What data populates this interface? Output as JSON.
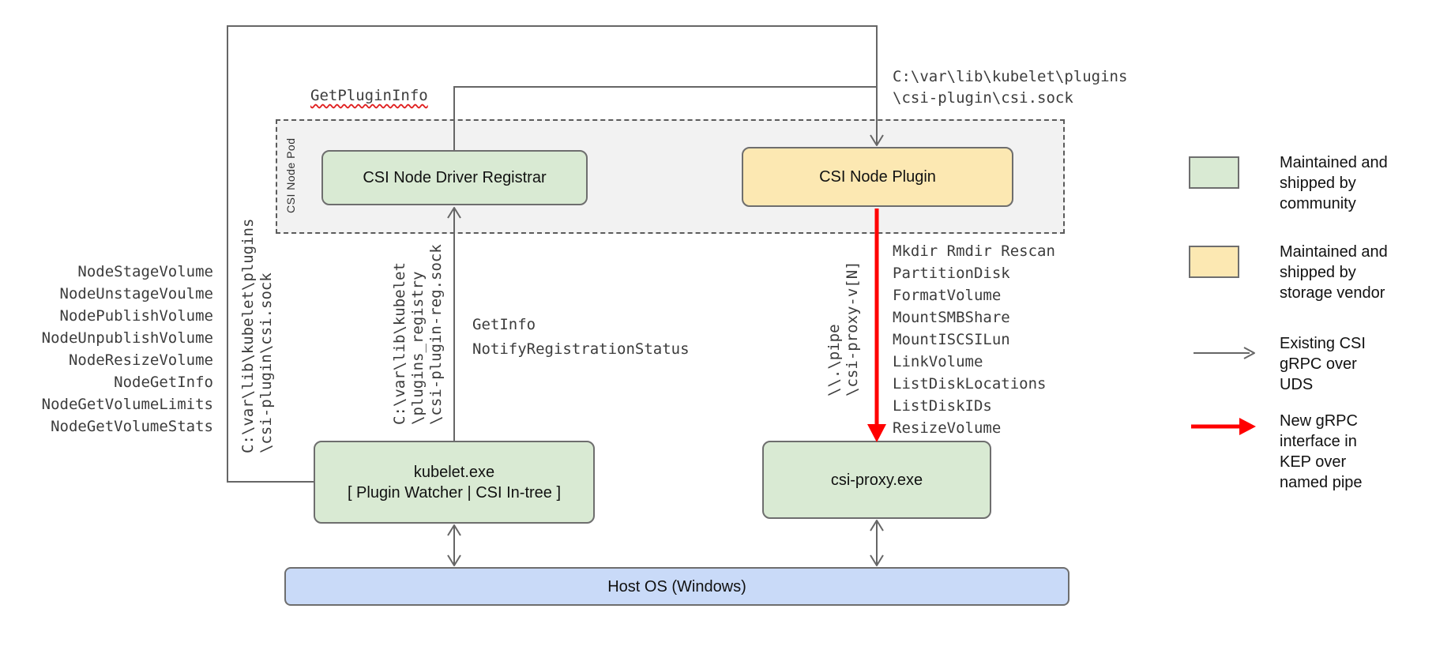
{
  "colors": {
    "community_green": "#d9ead3",
    "vendor_yellow": "#fce8b2",
    "host_blue": "#c9daf8",
    "line_gray": "#666666",
    "arrow_red": "#ff0000",
    "pod_gray": "#f2f2f2"
  },
  "pod": {
    "label": "CSI Node Pod"
  },
  "boxes": {
    "registrar": {
      "label": "CSI Node Driver Registrar"
    },
    "plugin": {
      "label": "CSI Node Plugin"
    },
    "kubelet": {
      "line1": "kubelet.exe",
      "line2": "[ Plugin Watcher | CSI In-tree ]"
    },
    "csi_proxy": {
      "label": "csi-proxy.exe"
    },
    "host_os": {
      "label": "Host OS (Windows)"
    }
  },
  "labels": {
    "get_plugin_info": "GetPluginInfo",
    "csi_sock_path": [
      "C:\\var\\lib\\kubelet\\plugins",
      "\\csi-plugin\\csi.sock"
    ],
    "csi_sock_path_vertical": [
      "C:\\var\\lib\\kubelet\\plugins",
      "\\csi-plugin\\csi.sock"
    ],
    "registration_sock_vertical": [
      "C:\\var\\lib\\kubelet",
      "\\plugins_registry",
      "\\csi-plugin-reg.sock"
    ],
    "named_pipe_vertical": [
      "\\\\.\\pipe",
      "\\csi-proxy-v[N]"
    ],
    "get_info": [
      "GetInfo",
      "NotifyRegistrationStatus"
    ]
  },
  "node_rpcs": [
    "NodeStageVolume",
    "NodeUnstageVoulme",
    "NodePublishVolume",
    "NodeUnpublishVolume",
    "NodeResizeVolume",
    "NodeGetInfo",
    "NodeGetVolumeLimits",
    "NodeGetVolumeStats"
  ],
  "proxy_ops": [
    "Mkdir Rmdir Rescan",
    "PartitionDisk",
    "FormatVolume",
    "MountSMBShare",
    "MountISCSILun",
    "LinkVolume",
    "ListDiskLocations",
    "ListDiskIDs",
    "ResizeVolume"
  ],
  "legend": {
    "items": [
      {
        "type": "swatch-green",
        "lines": [
          "Maintained and",
          "shipped by",
          "community",
          ""
        ]
      },
      {
        "type": "swatch-yellow",
        "lines": [
          "Maintained and",
          "shipped by",
          "storage vendor",
          ""
        ]
      },
      {
        "type": "arrow-gray",
        "lines": [
          "Existing CSI",
          "gRPC over",
          "UDS",
          ""
        ]
      },
      {
        "type": "arrow-red",
        "lines": [
          "New gRPC",
          "interface in",
          "KEP over",
          "named pipe"
        ]
      }
    ]
  }
}
